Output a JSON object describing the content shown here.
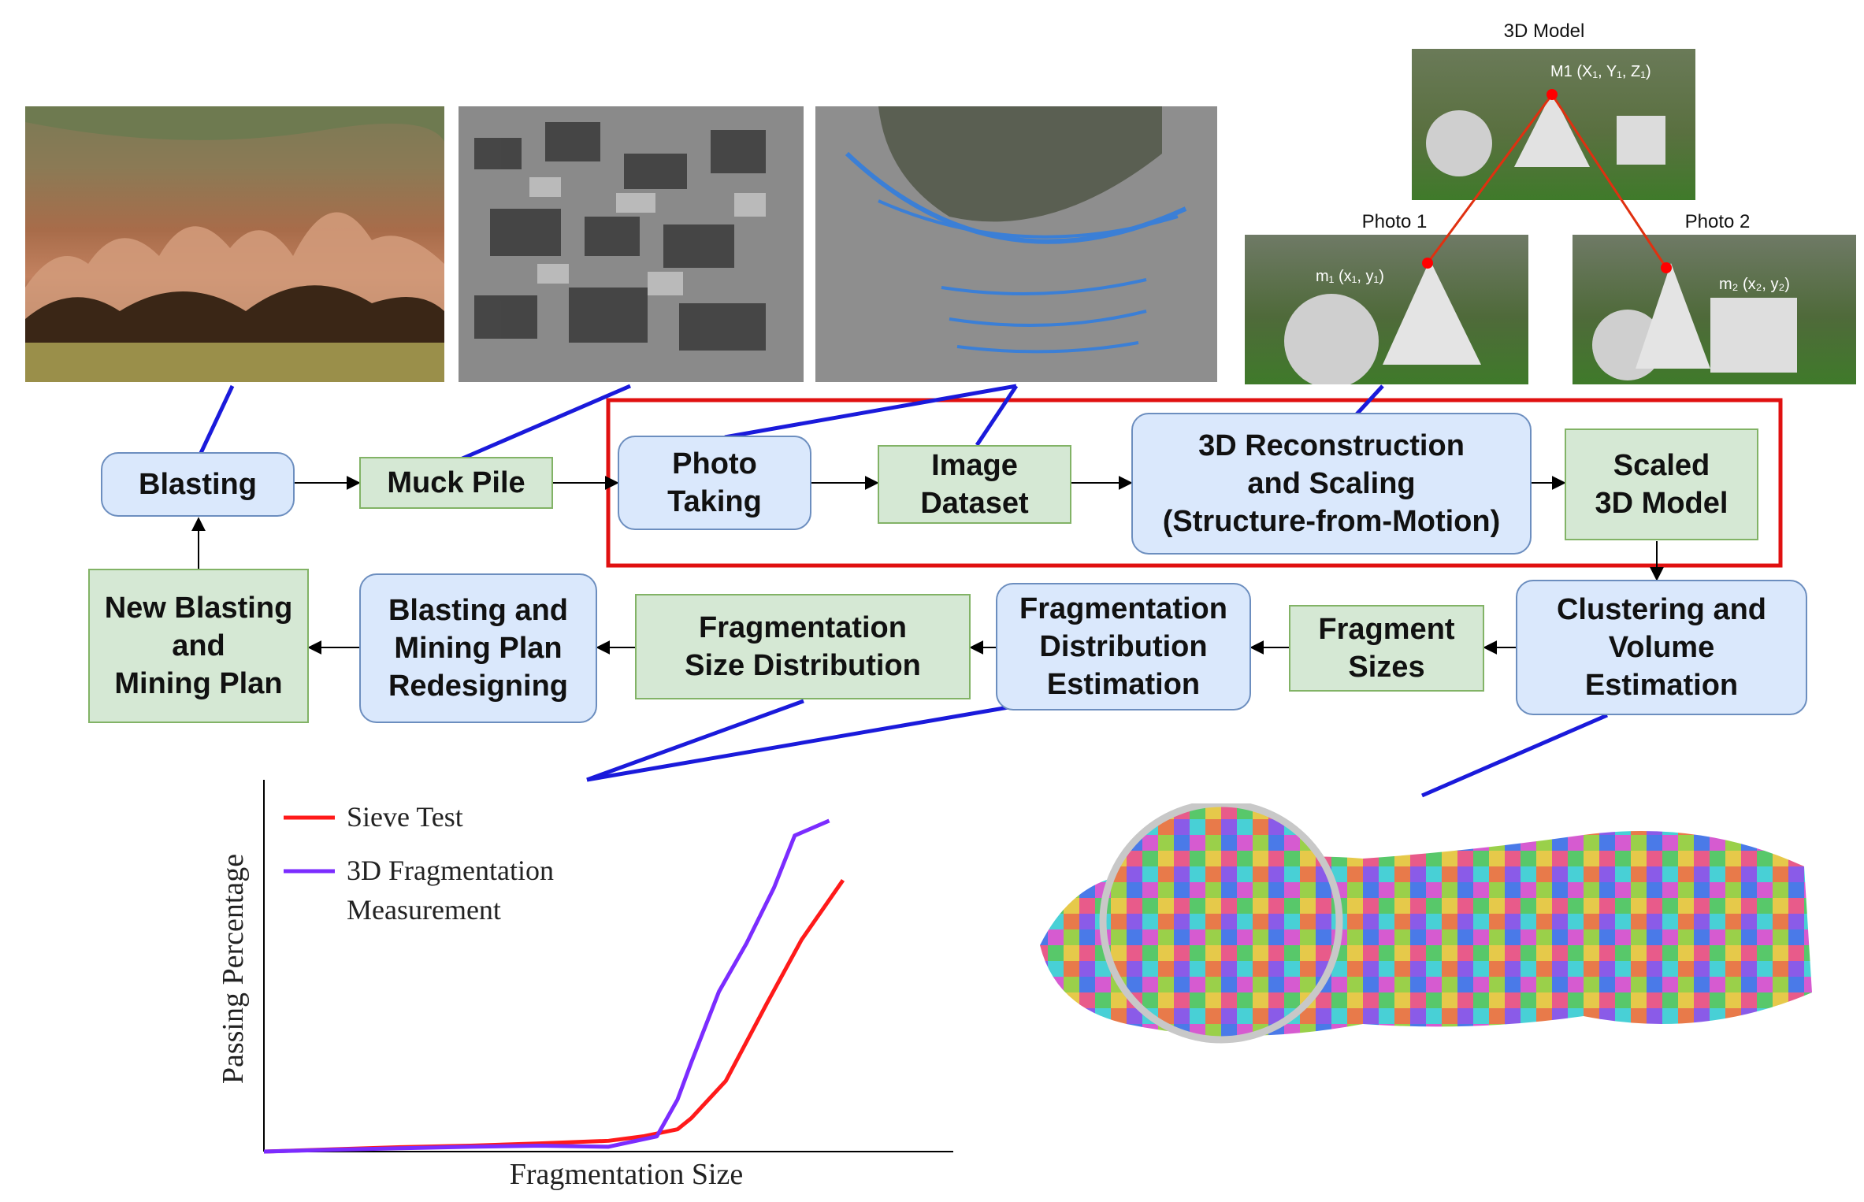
{
  "nodes": {
    "blasting": "Blasting",
    "muck_pile": "Muck Pile",
    "photo_taking": "Photo\nTaking",
    "image_dataset": "Image\nDataset",
    "reconstruction": "3D Reconstruction\nand Scaling\n(Structure-from-Motion)",
    "scaled_model": "Scaled\n3D Model",
    "clustering": "Clustering and\nVolume\nEstimation",
    "fragment_sizes": "Fragment\nSizes",
    "frag_dist_est": "Fragmentation\nDistribution\nEstimation",
    "frag_size_dist": "Fragmentation\nSize Distribution",
    "redesign": "Blasting and\nMining Plan\nRedesigning",
    "new_plan": "New Blasting\nand\nMining Plan"
  },
  "photos": {
    "model_caption": "3D Model",
    "photo1_caption": "Photo 1",
    "photo2_caption": "Photo 2",
    "m1_label": "M1 (X₁, Y₁, Z₁)",
    "m1_photo1_label": "m₁ (x₁, y₁)",
    "m1_photo2_label": "m₂ (x₂, y₂)"
  },
  "colors": {
    "blue_fill": "#dae8fc",
    "green_fill": "#d5e8d4",
    "connector": "#1a1adb",
    "highlight_box": "#e01010",
    "sieve": "#ff1a1a",
    "fragmentation": "#7b2cff"
  },
  "chart_data": {
    "type": "line",
    "title": "",
    "xlabel": "Fragmentation Size",
    "ylabel": "Passing Percentage",
    "grid": false,
    "legend_position": "top-left",
    "series": [
      {
        "name": "Sieve Test",
        "color": "#ff1a1a",
        "points": [
          [
            0,
            0
          ],
          [
            10,
            0.6
          ],
          [
            20,
            1.2
          ],
          [
            30,
            1.6
          ],
          [
            40,
            2.2
          ],
          [
            50,
            2.9
          ],
          [
            55,
            4.1
          ],
          [
            60,
            6
          ],
          [
            62,
            9
          ],
          [
            67,
            19
          ],
          [
            73,
            40
          ],
          [
            78,
            57
          ],
          [
            84,
            73
          ]
        ]
      },
      {
        "name": "3D Fragmentation\nMeasurement",
        "color": "#7b2cff",
        "points": [
          [
            0,
            0
          ],
          [
            10,
            0.5
          ],
          [
            20,
            0.9
          ],
          [
            30,
            1.3
          ],
          [
            40,
            1.6
          ],
          [
            50,
            1.3
          ],
          [
            57,
            4.1
          ],
          [
            60,
            14
          ],
          [
            62,
            24
          ],
          [
            66,
            43
          ],
          [
            70,
            56
          ],
          [
            74,
            71
          ],
          [
            77,
            85
          ],
          [
            82,
            89
          ]
        ]
      }
    ]
  }
}
